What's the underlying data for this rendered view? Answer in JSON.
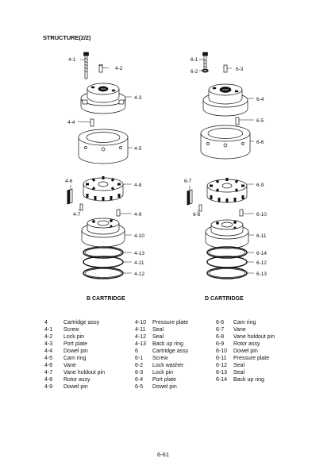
{
  "title": "STRUCTURE(2/2)",
  "captions": {
    "left": "B CARTRIDGE",
    "right": "D CARTRIDGE"
  },
  "left_callouts": [
    "4-1",
    "4-2",
    "4-3",
    "4-4",
    "4-5",
    "4-6",
    "4-8",
    "4-7",
    "4-9",
    "4-10",
    "4-13",
    "4-11",
    "4-12"
  ],
  "right_callouts": [
    "6-1",
    "6-2",
    "6-3",
    "6-4",
    "6-5",
    "6-6",
    "6-7",
    "6-9",
    "6-8",
    "6-10",
    "6-11",
    "6-14",
    "6-12",
    "6-13"
  ],
  "legend": {
    "col1": [
      {
        "code": "4",
        "name": "Cartridge assy"
      },
      {
        "code": "4-1",
        "name": "Screw"
      },
      {
        "code": "4-2",
        "name": "Lock pin"
      },
      {
        "code": "4-3",
        "name": "Port plate"
      },
      {
        "code": "4-4",
        "name": "Dowel pin"
      },
      {
        "code": "4-5",
        "name": "Cam ring"
      },
      {
        "code": "4-6",
        "name": "Vane"
      },
      {
        "code": "4-7",
        "name": "Vane holdout pin"
      },
      {
        "code": "4-8",
        "name": "Rotor assy"
      },
      {
        "code": "4-9",
        "name": "Dowel pin"
      }
    ],
    "col2": [
      {
        "code": "4-10",
        "name": "Pressure plate"
      },
      {
        "code": "4-11",
        "name": "Seal"
      },
      {
        "code": "4-12",
        "name": "Seal"
      },
      {
        "code": "4-13",
        "name": "Back up ring"
      },
      {
        "code": "6",
        "name": "Cartridge assy"
      },
      {
        "code": "6-1",
        "name": "Screw"
      },
      {
        "code": "6-2",
        "name": "Lock washer"
      },
      {
        "code": "6-3",
        "name": "Lock pin"
      },
      {
        "code": "6-4",
        "name": "Port plate"
      },
      {
        "code": "6-5",
        "name": "Dowel pin"
      }
    ],
    "col3": [
      {
        "code": "6-6",
        "name": "Cam ring"
      },
      {
        "code": "6-7",
        "name": "Vane"
      },
      {
        "code": "6-8",
        "name": "Vane holdout pin"
      },
      {
        "code": "6-9",
        "name": "Rotor assy"
      },
      {
        "code": "6-10",
        "name": "Dowel pin"
      },
      {
        "code": "6-11",
        "name": "Pressure plate"
      },
      {
        "code": "6-12",
        "name": "Seal"
      },
      {
        "code": "6-13",
        "name": "Seal"
      },
      {
        "code": "6-14",
        "name": "Back up ring"
      }
    ]
  },
  "page_number": "6-61"
}
